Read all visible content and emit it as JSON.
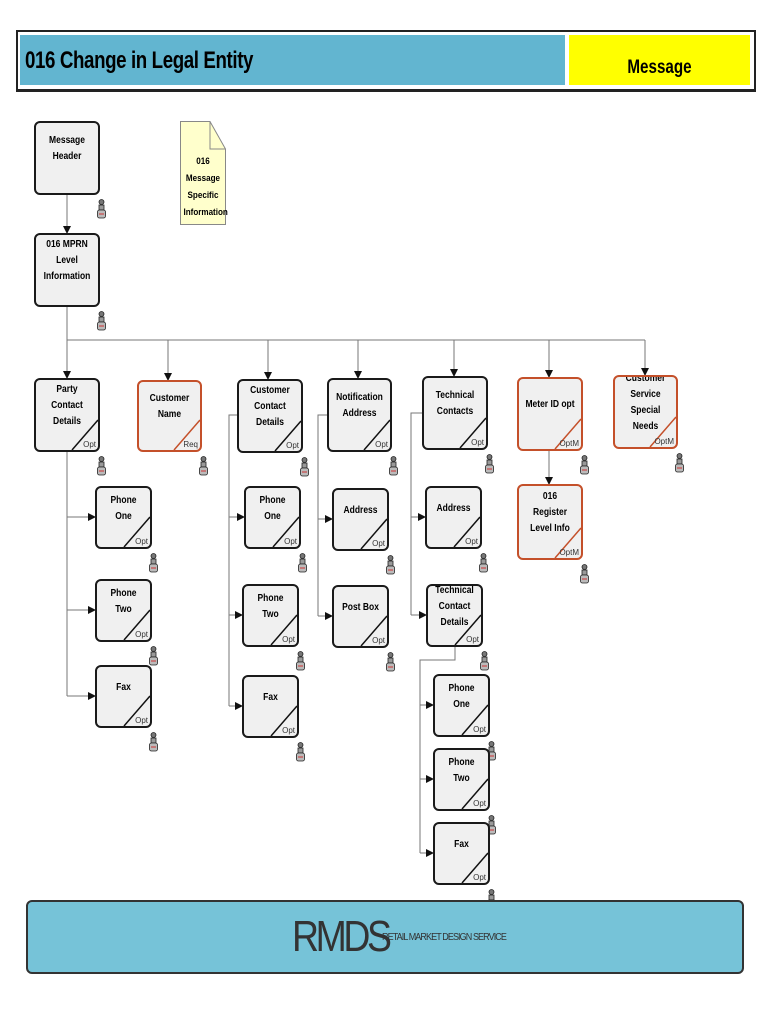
{
  "header": {
    "title": "016 Change in Legal Entity",
    "type_label": "Message"
  },
  "note": {
    "lines": [
      "016",
      "Message",
      "Specific",
      "Information"
    ]
  },
  "boxes": [
    {
      "id": "message-header",
      "label": "Message Header",
      "tag": ""
    },
    {
      "id": "mprn-level-information",
      "label": "016 MPRN Level Information",
      "tag": ""
    },
    {
      "id": "party-contact-details",
      "label": "Party Contact Details",
      "tag": "Opt"
    },
    {
      "id": "customer-name",
      "label": "Customer Name",
      "tag": "Req"
    },
    {
      "id": "customer-contact-details",
      "label": "Customer Contact Details",
      "tag": "Opt"
    },
    {
      "id": "notification-address",
      "label": "Notification Address",
      "tag": "Opt"
    },
    {
      "id": "technical-contacts",
      "label": "Technical Contacts",
      "tag": "Opt"
    },
    {
      "id": "meter-id",
      "label": "Meter ID opt",
      "tag": "OptM"
    },
    {
      "id": "customer-service-special-needs",
      "label": "Customer Service Special Needs",
      "tag": "OptM"
    },
    {
      "id": "party-phone-one",
      "label": "Phone One",
      "tag": "Opt"
    },
    {
      "id": "party-phone-two",
      "label": "Phone Two",
      "tag": "Opt"
    },
    {
      "id": "party-fax",
      "label": "Fax",
      "tag": "Opt"
    },
    {
      "id": "customer-phone-one",
      "label": "Phone One",
      "tag": "Opt"
    },
    {
      "id": "customer-phone-two",
      "label": "Phone Two",
      "tag": "Opt"
    },
    {
      "id": "customer-fax",
      "label": "Fax",
      "tag": "Opt"
    },
    {
      "id": "notification-address-address",
      "label": "Address",
      "tag": "Opt"
    },
    {
      "id": "notification-post-box",
      "label": "Post Box",
      "tag": "Opt"
    },
    {
      "id": "technical-address",
      "label": "Address",
      "tag": "Opt"
    },
    {
      "id": "technical-contact-details",
      "label": "Technical Contact Details",
      "tag": "Opt"
    },
    {
      "id": "technical-phone-one",
      "label": "Phone One",
      "tag": "Opt"
    },
    {
      "id": "technical-phone-two",
      "label": "Phone Two",
      "tag": "Opt"
    },
    {
      "id": "technical-fax",
      "label": "Fax",
      "tag": "Opt"
    },
    {
      "id": "register-level-info",
      "label": "016 Register Level Info",
      "tag": "OptM"
    }
  ],
  "footer": {
    "logo": "RMDS",
    "subtitle": "RETAIL MARKET DESIGN SERVICE"
  }
}
